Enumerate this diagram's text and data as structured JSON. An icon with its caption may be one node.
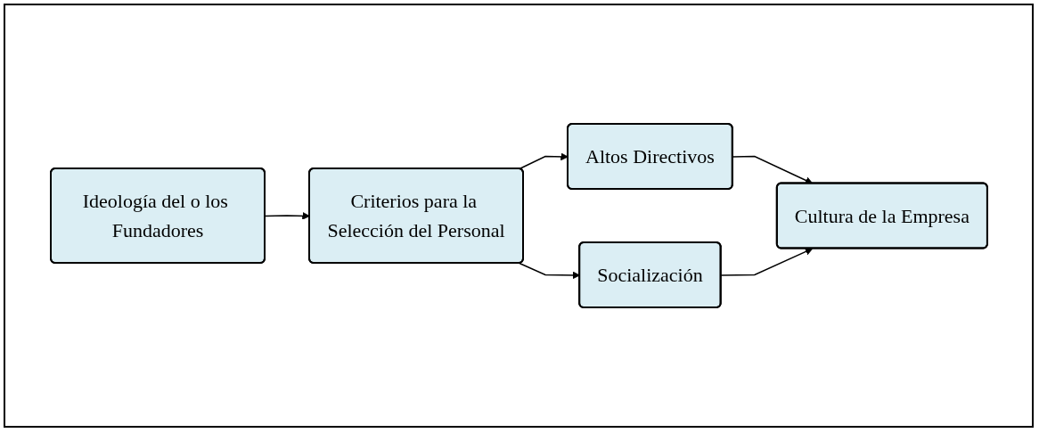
{
  "diagram": {
    "nodes": [
      {
        "text": [
          "Ideología del o los Fundadores"
        ]
      },
      {
        "text": [
          "Criterios para la Selección del Personal"
        ]
      },
      {
        "text": [
          "Altos Directivos"
        ]
      },
      {
        "text": [
          "Socialización"
        ]
      },
      {
        "text": [
          "Cultura de la Empresa"
        ]
      }
    ],
    "edges": [
      {
        "from": 0,
        "to": 1,
        "arrow": "to"
      },
      {
        "from": 1,
        "to": 2,
        "arrow": "to"
      },
      {
        "from": 1,
        "to": 3,
        "arrow": "to"
      },
      {
        "from": 2,
        "to": 4,
        "arrow": "to"
      },
      {
        "from": 3,
        "to": 4,
        "arrow": "to"
      }
    ]
  }
}
